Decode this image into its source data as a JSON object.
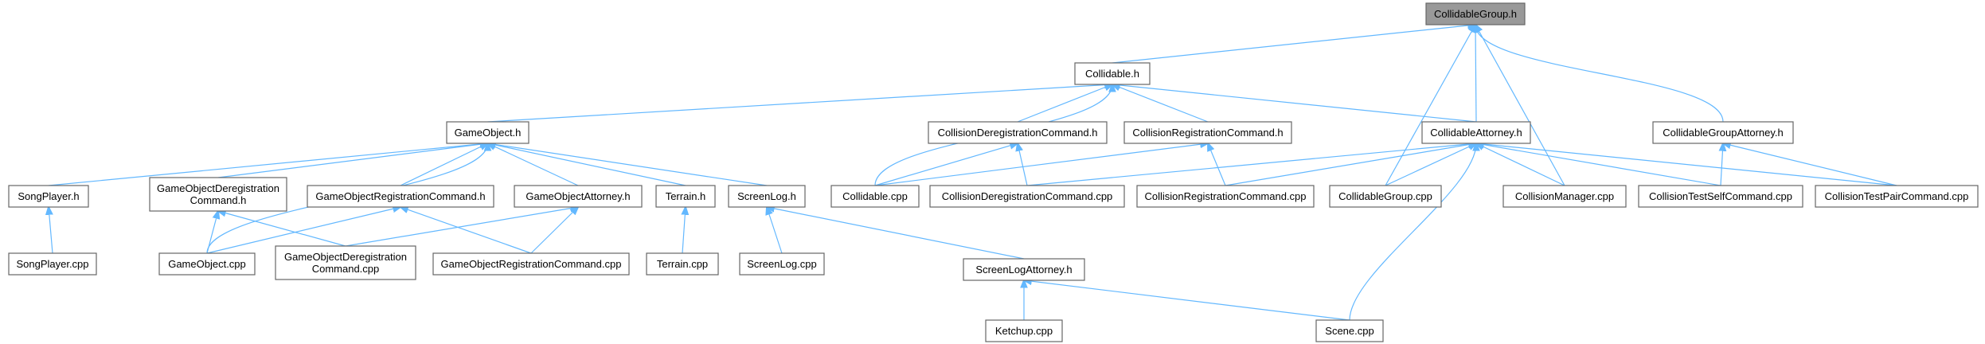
{
  "graph": {
    "nodes": {
      "collidable_group_h": {
        "lines": [
          "CollidableGroup.h"
        ],
        "root": true
      },
      "collidable_h": {
        "lines": [
          "Collidable.h"
        ]
      },
      "game_object_h": {
        "lines": [
          "GameObject.h"
        ]
      },
      "collision_dereg_cmd_h": {
        "lines": [
          "CollisionDeregistrationCommand.h"
        ]
      },
      "collision_reg_cmd_h": {
        "lines": [
          "CollisionRegistrationCommand.h"
        ]
      },
      "collidable_attorney_h": {
        "lines": [
          "CollidableAttorney.h"
        ]
      },
      "collidable_group_attorney_h": {
        "lines": [
          "CollidableGroupAttorney.h"
        ]
      },
      "song_player_h": {
        "lines": [
          "SongPlayer.h"
        ]
      },
      "go_dereg_cmd_h": {
        "lines": [
          "GameObjectDeregistration",
          "Command.h"
        ]
      },
      "go_reg_cmd_h": {
        "lines": [
          "GameObjectRegistrationCommand.h"
        ]
      },
      "go_attorney_h": {
        "lines": [
          "GameObjectAttorney.h"
        ]
      },
      "terrain_h": {
        "lines": [
          "Terrain.h"
        ]
      },
      "screen_log_h": {
        "lines": [
          "ScreenLog.h"
        ]
      },
      "collidable_cpp": {
        "lines": [
          "Collidable.cpp"
        ]
      },
      "collision_dereg_cmd_cpp": {
        "lines": [
          "CollisionDeregistrationCommand.cpp"
        ]
      },
      "collision_reg_cmd_cpp": {
        "lines": [
          "CollisionRegistrationCommand.cpp"
        ]
      },
      "collidable_group_cpp": {
        "lines": [
          "CollidableGroup.cpp"
        ]
      },
      "collision_manager_cpp": {
        "lines": [
          "CollisionManager.cpp"
        ]
      },
      "collision_test_self_cpp": {
        "lines": [
          "CollisionTestSelfCommand.cpp"
        ]
      },
      "collision_test_pair_cpp": {
        "lines": [
          "CollisionTestPairCommand.cpp"
        ]
      },
      "song_player_cpp": {
        "lines": [
          "SongPlayer.cpp"
        ]
      },
      "game_object_cpp": {
        "lines": [
          "GameObject.cpp"
        ]
      },
      "go_dereg_cmd_cpp": {
        "lines": [
          "GameObjectDeregistration",
          "Command.cpp"
        ]
      },
      "go_reg_cmd_cpp": {
        "lines": [
          "GameObjectRegistrationCommand.cpp"
        ]
      },
      "terrain_cpp": {
        "lines": [
          "Terrain.cpp"
        ]
      },
      "screen_log_cpp": {
        "lines": [
          "ScreenLog.cpp"
        ]
      },
      "screen_log_attorney_h": {
        "lines": [
          "ScreenLogAttorney.h"
        ]
      },
      "ketchup_cpp": {
        "lines": [
          "Ketchup.cpp"
        ]
      },
      "scene_cpp": {
        "lines": [
          "Scene.cpp"
        ]
      }
    },
    "edges": [
      [
        "collidable_h",
        "collidable_group_h"
      ],
      [
        "collidable_group_cpp",
        "collidable_group_h"
      ],
      [
        "collidable_attorney_h",
        "collidable_group_h"
      ],
      [
        "collision_manager_cpp",
        "collidable_group_h"
      ],
      [
        "collidable_group_attorney_h",
        "collidable_group_h"
      ],
      [
        "game_object_h",
        "collidable_h"
      ],
      [
        "collidable_cpp",
        "collidable_h"
      ],
      [
        "collision_dereg_cmd_h",
        "collidable_h"
      ],
      [
        "collision_reg_cmd_h",
        "collidable_h"
      ],
      [
        "collidable_attorney_h",
        "collidable_h"
      ],
      [
        "song_player_h",
        "game_object_h"
      ],
      [
        "go_dereg_cmd_h",
        "game_object_h"
      ],
      [
        "game_object_cpp",
        "game_object_h"
      ],
      [
        "go_reg_cmd_h",
        "game_object_h"
      ],
      [
        "go_attorney_h",
        "game_object_h"
      ],
      [
        "terrain_h",
        "game_object_h"
      ],
      [
        "screen_log_h",
        "game_object_h"
      ],
      [
        "collidable_cpp",
        "collision_dereg_cmd_h"
      ],
      [
        "collision_dereg_cmd_cpp",
        "collision_dereg_cmd_h"
      ],
      [
        "collidable_cpp",
        "collision_reg_cmd_h"
      ],
      [
        "collision_reg_cmd_cpp",
        "collision_reg_cmd_h"
      ],
      [
        "collision_dereg_cmd_cpp",
        "collidable_attorney_h"
      ],
      [
        "collision_reg_cmd_cpp",
        "collidable_attorney_h"
      ],
      [
        "collidable_group_cpp",
        "collidable_attorney_h"
      ],
      [
        "collision_manager_cpp",
        "collidable_attorney_h"
      ],
      [
        "collision_test_self_cpp",
        "collidable_attorney_h"
      ],
      [
        "collision_test_pair_cpp",
        "collidable_attorney_h"
      ],
      [
        "scene_cpp",
        "collidable_attorney_h"
      ],
      [
        "collision_test_self_cpp",
        "collidable_group_attorney_h"
      ],
      [
        "collision_test_pair_cpp",
        "collidable_group_attorney_h"
      ],
      [
        "song_player_cpp",
        "song_player_h"
      ],
      [
        "game_object_cpp",
        "go_dereg_cmd_h"
      ],
      [
        "go_dereg_cmd_cpp",
        "go_dereg_cmd_h"
      ],
      [
        "game_object_cpp",
        "go_reg_cmd_h"
      ],
      [
        "go_reg_cmd_cpp",
        "go_reg_cmd_h"
      ],
      [
        "go_dereg_cmd_cpp",
        "go_attorney_h"
      ],
      [
        "go_reg_cmd_cpp",
        "go_attorney_h"
      ],
      [
        "terrain_cpp",
        "terrain_h"
      ],
      [
        "screen_log_cpp",
        "screen_log_h"
      ],
      [
        "screen_log_attorney_h",
        "screen_log_h"
      ],
      [
        "ketchup_cpp",
        "screen_log_attorney_h"
      ],
      [
        "scene_cpp",
        "screen_log_attorney_h"
      ]
    ]
  },
  "colors": {
    "edge": "#63b8ff",
    "root_fill": "#999999",
    "node_fill": "#ffffff",
    "node_border": "#666666"
  }
}
